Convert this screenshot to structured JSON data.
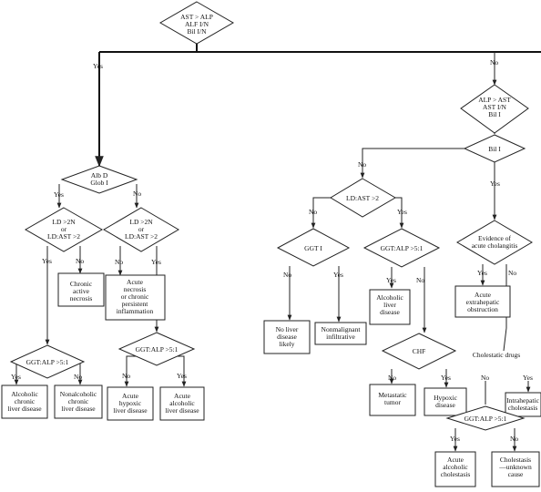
{
  "nodes": {
    "start": [
      "AST > ALP",
      "ALF I/N",
      "Bil I/N"
    ],
    "alp_ast": [
      "ALP > AST",
      "AST I/N",
      "Bil I"
    ],
    "bil_i": [
      "Bil I"
    ],
    "alb_d": [
      "Alb D",
      "Glob I"
    ],
    "ld_left": [
      "LD >2N",
      "or",
      "LD:AST >2"
    ],
    "ld_right": [
      "LD >2N",
      "or",
      "LD:AST >2"
    ],
    "chronic_active": [
      "Chronic",
      "active",
      "necrosis"
    ],
    "acute_necrosis": [
      "Acute",
      "necrosis",
      "or chronic",
      "persistent",
      "inflammation"
    ],
    "ggt_left": [
      "GGT:ALP >5:1"
    ],
    "ggt_right": [
      "GGT:ALP >5:1"
    ],
    "alc_chronic": [
      "Alcoholic",
      "chronic",
      "liver disease"
    ],
    "nonalc_chronic": [
      "Nonalcoholic",
      "chronic",
      "liver disease"
    ],
    "acute_hypoxic": [
      "Acute",
      "hypoxic",
      "liver disease"
    ],
    "acute_alc_liver": [
      "Acute",
      "alcoholic",
      "liver disease"
    ],
    "ld_ast_mid": [
      "LD:AST >2"
    ],
    "ggt_i": [
      "GGT I"
    ],
    "ggt_mid": [
      "GGT:ALP >5:1"
    ],
    "no_liver": [
      "No liver",
      "disease",
      "likely"
    ],
    "nonmalignant": [
      "Nonmalignant",
      "infiltrative"
    ],
    "alc_liver": [
      "Alcoholic",
      "liver",
      "disease"
    ],
    "chf": [
      "CHF"
    ],
    "metastatic": [
      "Metastatic",
      "tumor"
    ],
    "hypoxic": [
      "Hypoxic",
      "disease"
    ],
    "evidence": [
      "Evidence of",
      "acute cholangitis"
    ],
    "acute_extra": [
      "Acute",
      "extrahepatic",
      "obstruction"
    ],
    "cholestatic_drugs": [
      "Cholestatic drugs"
    ],
    "intrahepatic": [
      "Intrahepatic",
      "cholestasis"
    ],
    "ggt_bottom": [
      "GGT:ALP >5:1"
    ],
    "acute_alc_chol": [
      "Acute",
      "alcoholic",
      "cholestasis"
    ],
    "cholestasis_unknown": [
      "Cholestasis",
      "—unknown",
      "cause"
    ]
  },
  "labels": {
    "start_yes": "Yes",
    "start_no": "No",
    "bil_no": "No",
    "bil_yes": "Yes",
    "alb_yes": "Yes",
    "alb_no": "No",
    "ldl_yes": "Yes",
    "ldl_no": "No",
    "ldr_no": "No",
    "ldr_yes": "Yes",
    "ggtl_yes": "Yes",
    "ggtl_no": "No",
    "ggtr_no": "No",
    "ggtr_yes": "Yes",
    "ldm_no": "No",
    "ldm_yes": "Yes",
    "ggti_no": "No",
    "ggti_yes": "Yes",
    "ggtm_yes": "Yes",
    "ggtm_no": "No",
    "chf_no": "No",
    "chf_yes": "Yes",
    "ev_yes": "Yes",
    "ev_no": "No",
    "drugs_no": "No",
    "drugs_yes": "Yes",
    "ggtb_yes": "Yes",
    "ggtb_no": "No"
  }
}
